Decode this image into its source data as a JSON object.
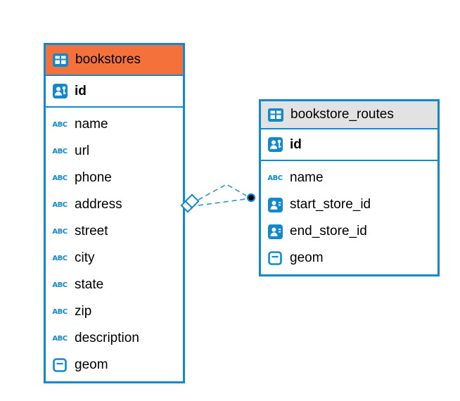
{
  "diagram": {
    "tables": [
      {
        "name": "bookstores",
        "pk": {
          "label": "id"
        },
        "columns": [
          {
            "label": "name",
            "type": "text"
          },
          {
            "label": "url",
            "type": "text"
          },
          {
            "label": "phone",
            "type": "text"
          },
          {
            "label": "address",
            "type": "text"
          },
          {
            "label": "street",
            "type": "text"
          },
          {
            "label": "city",
            "type": "text"
          },
          {
            "label": "state",
            "type": "text"
          },
          {
            "label": "zip",
            "type": "text"
          },
          {
            "label": "description",
            "type": "text"
          },
          {
            "label": "geom",
            "type": "geometry"
          }
        ]
      },
      {
        "name": "bookstore_routes",
        "pk": {
          "label": "id"
        },
        "columns": [
          {
            "label": "name",
            "type": "text"
          },
          {
            "label": "start_store_id",
            "type": "reference"
          },
          {
            "label": "end_store_id",
            "type": "reference"
          },
          {
            "label": "geom",
            "type": "geometry"
          }
        ]
      }
    ],
    "icons": {
      "text_type": "ABC"
    },
    "colors": {
      "border_blue": "#1289cf",
      "header_orange": "#f4713b",
      "header_gray": "#e2e2e2",
      "icon_blue": "#1289cf"
    }
  }
}
